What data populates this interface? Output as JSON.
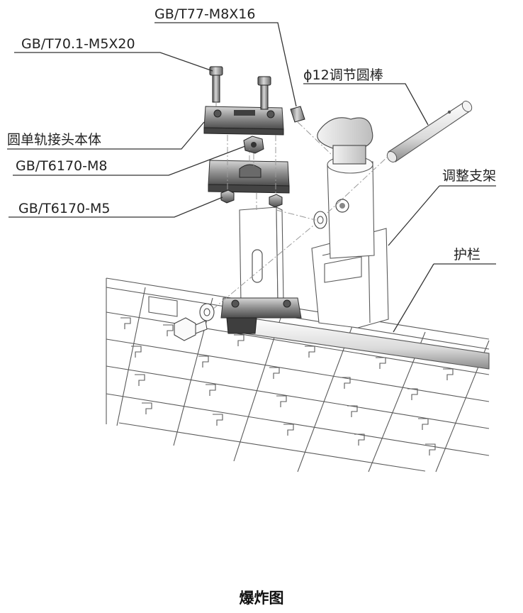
{
  "labels": {
    "bolt_m8x16": "GB/T77-M8X16",
    "bolt_m5x20": "GB/T70.1-M5X20",
    "rod": "ϕ12调节圆棒",
    "joint_body": "圆单轨接头本体",
    "nut_m8": "GB/T6170-M8",
    "bracket": "调整支架",
    "nut_m5": "GB/T6170-M5",
    "guardrail": "护栏"
  },
  "caption": "爆炸图",
  "colors": {
    "metal_dark": "#4f4f4f",
    "metal_mid": "#8a8a8a",
    "metal_light": "#cfcfcf",
    "line": "#333333"
  }
}
